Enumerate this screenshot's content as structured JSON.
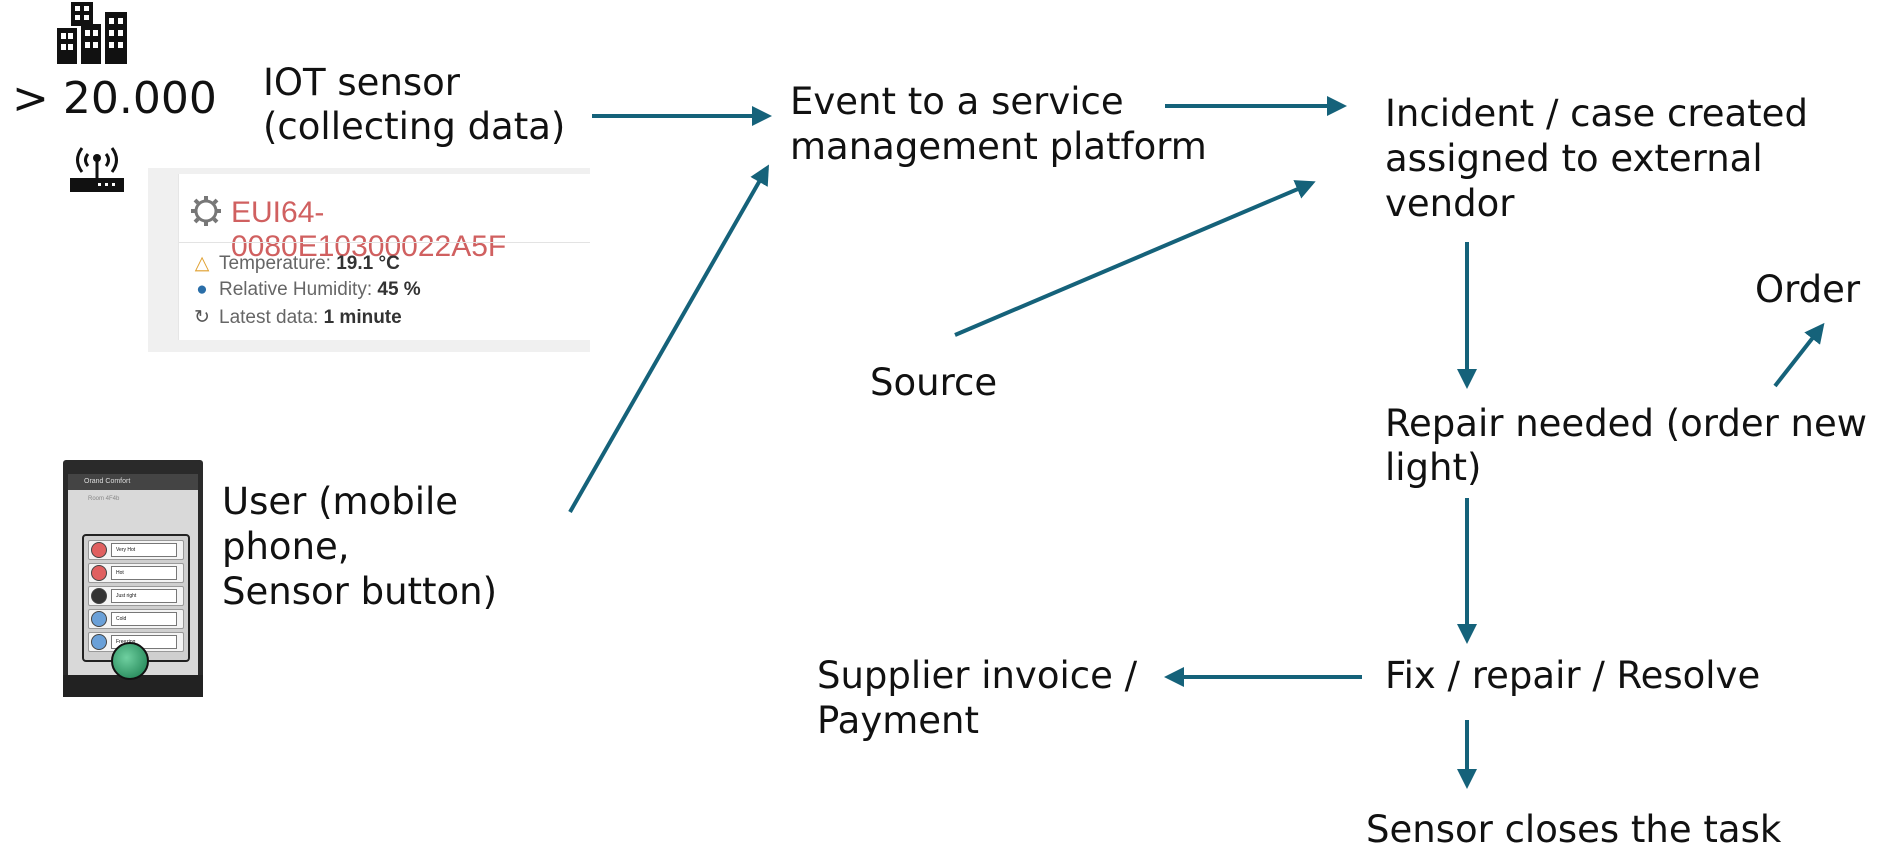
{
  "colors": {
    "arrow": "#15627a",
    "text": "#111111",
    "card_id": "#d06060"
  },
  "icons": {
    "buildings": "buildings-icon",
    "router": "wifi-router-icon"
  },
  "sensors": {
    "count": "> 20.000",
    "iot_label": [
      "IOT sensor",
      "(collecting data)"
    ]
  },
  "sensor_card": {
    "device_id": "EUI64-0080E10300022A5F",
    "rows": [
      {
        "icon": "thermometer-icon",
        "label": "Temperature:",
        "value": "19.1 °C"
      },
      {
        "icon": "droplet-icon",
        "label": "Relative Humidity:",
        "value": "45 %"
      },
      {
        "icon": "history-icon",
        "label": "Latest data:",
        "value": "1 minute"
      }
    ]
  },
  "phone_screen": {
    "title": "Orand Comfort",
    "subtitle": "Room 4F4b",
    "buttons": [
      "Very Hot",
      "Hot",
      "Just right",
      "Cold",
      "Freezing"
    ]
  },
  "user": {
    "label": [
      "User (mobile",
      "phone,",
      "Sensor button)"
    ]
  },
  "nodes": {
    "event": [
      "Event to a service",
      "management platform"
    ],
    "incident": [
      "Incident / case created",
      "assigned to external",
      "vendor"
    ],
    "source": "Source",
    "order": "Order",
    "repair": [
      "Repair needed (order new",
      "light)"
    ],
    "fix": "Fix / repair / Resolve",
    "invoice": [
      "Supplier invoice /",
      "Payment"
    ],
    "closes": "Sensor closes the task"
  }
}
